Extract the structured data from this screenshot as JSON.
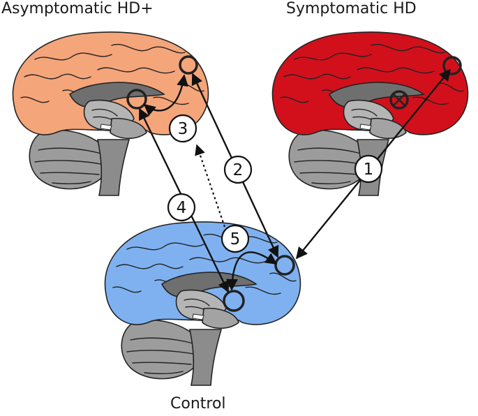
{
  "labels": {
    "asymptomatic": "Asymptomatic HD+",
    "symptomatic": "Symptomatic HD",
    "control": "Control"
  },
  "colors": {
    "asymptomatic_cortex": "#f4a57a",
    "symptomatic_cortex": "#d1101c",
    "control_cortex": "#7fb1f0",
    "subcortical_gray": "#a8a8a8",
    "brainstem_gray": "#8c8c8c"
  },
  "comparisons": [
    {
      "number": "1"
    },
    {
      "number": "2"
    },
    {
      "number": "3"
    },
    {
      "number": "4"
    },
    {
      "number": "5"
    }
  ],
  "icons": {
    "roi_marker": "circle-icon",
    "excluded_marker": "circle-x-icon"
  }
}
